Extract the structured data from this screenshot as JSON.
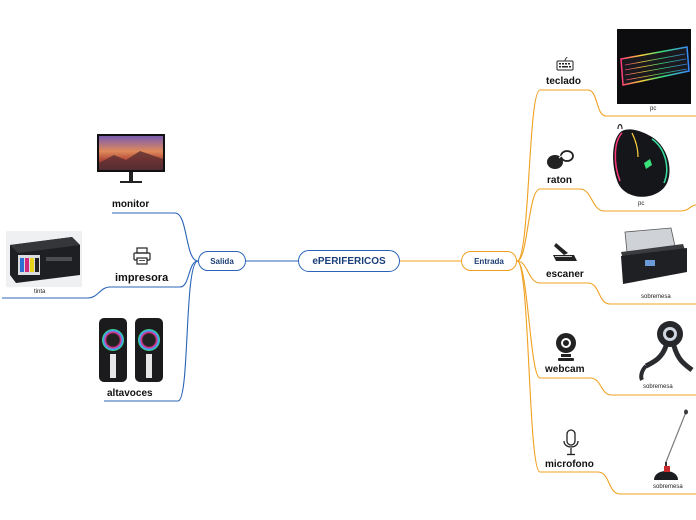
{
  "central": "ePERIFERICOS",
  "branches": {
    "salida": "Salida",
    "entrada": "Entrada"
  },
  "salida": {
    "monitor": "monitor",
    "impresora": "impresora",
    "altavoces": "altavoces",
    "impresora_sub": "tinta"
  },
  "entrada": {
    "teclado": "teclado",
    "raton": "raton",
    "escaner": "escaner",
    "webcam": "webcam",
    "microfono": "microfono",
    "teclado_sub": "pc",
    "raton_sub": "pc",
    "escaner_sub": "sobremesa",
    "webcam_sub": "sobremesa",
    "microfono_sub": "sobremesa"
  },
  "colors": {
    "salida": "#2a64b8",
    "entrada": "#f0a020"
  },
  "icons": [
    "keyboard-icon",
    "mouse-icon",
    "scanner-icon",
    "webcam-icon",
    "microphone-icon",
    "printer-icon"
  ]
}
